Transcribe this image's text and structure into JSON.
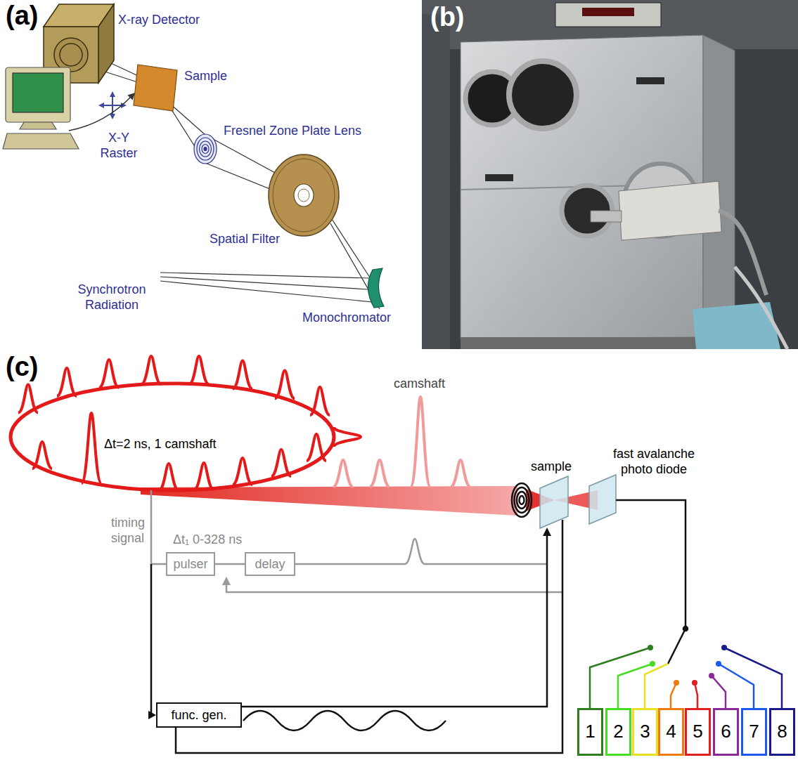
{
  "diagram": {
    "nodes": [
      {
        "text": [
          "pulser"
        ]
      },
      {
        "text": [
          "delay"
        ]
      },
      {
        "text": [
          "func. gen."
        ]
      },
      {
        "text": [
          "1"
        ]
      },
      {
        "text": [
          "2"
        ]
      },
      {
        "text": [
          "3"
        ]
      },
      {
        "text": [
          "4"
        ]
      },
      {
        "text": [
          "5"
        ]
      },
      {
        "text": [
          "6"
        ]
      },
      {
        "text": [
          "7"
        ]
      },
      {
        "text": [
          "8"
        ]
      }
    ],
    "edges": [
      {
        "from": 0,
        "to": 1,
        "arrow": "none"
      }
    ],
    "labels": [
      "(a)",
      "X-ray Detector",
      "Sample",
      "X-Y Raster",
      "Fresnel Zone Plate Lens",
      "Spatial Filter",
      "Synchrotron Radiation",
      "Monochromator",
      "(b)",
      "(c)",
      "Δt=2 ns, 1 camshaft",
      "camshaft",
      "sample",
      "fast avalanche photo diode",
      "timing signal",
      "Δt₁ 0-328 ns"
    ]
  }
}
